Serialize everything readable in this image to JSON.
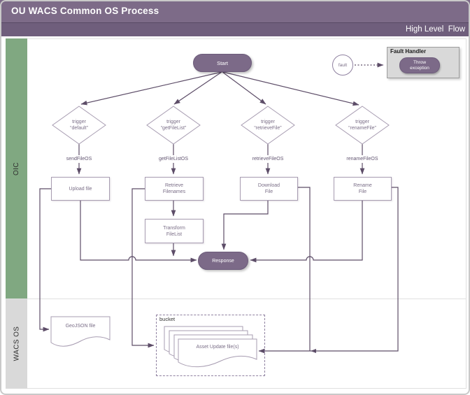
{
  "header": {
    "title": "OU WACS Common OS Process",
    "subtitle": "High Level  Flow"
  },
  "lanes": {
    "top": "OIC",
    "bottom": "WACS OS"
  },
  "colors": {
    "header_bg": "#7d6b88",
    "subheader_bg": "#6f5e7c",
    "lane_top": "#80a881",
    "lane_bottom": "#d9d9d9",
    "shape_fill": "#7c6a88",
    "connector": "#5d4d68",
    "node_border": "#a79cb1",
    "node_text": "#7a6e87",
    "panel_bg": "#d9d9d9"
  },
  "flow": {
    "start_label": "Start",
    "fault_label": "fault",
    "fault_handler": {
      "title": "Fault Handler",
      "action": [
        "Throw",
        "exception"
      ]
    },
    "triggers": [
      {
        "lines": [
          "trigger",
          "“default”"
        ]
      },
      {
        "lines": [
          "trigger",
          "“getFileList”"
        ]
      },
      {
        "lines": [
          "trigger",
          "“retrieveFile”"
        ]
      },
      {
        "lines": [
          "trigger",
          "“renameFile”"
        ]
      }
    ],
    "edge_labels": [
      "sendFileOS",
      "getFileListOS",
      "retrieveFileOS",
      "renameFileOS"
    ],
    "processes": [
      {
        "lines": [
          "Upload file"
        ]
      },
      {
        "lines": [
          "Retrieve",
          "Filenames"
        ]
      },
      {
        "lines": [
          "Download",
          "File"
        ]
      },
      {
        "lines": [
          "Rename",
          "File"
        ]
      }
    ],
    "transform": {
      "lines": [
        "Transform",
        "FileList"
      ]
    },
    "response_label": "Response",
    "geojson_label": "GeoJSON file",
    "bucket": {
      "label": "bucket",
      "asset_label": "Asset Update file(s)"
    }
  }
}
